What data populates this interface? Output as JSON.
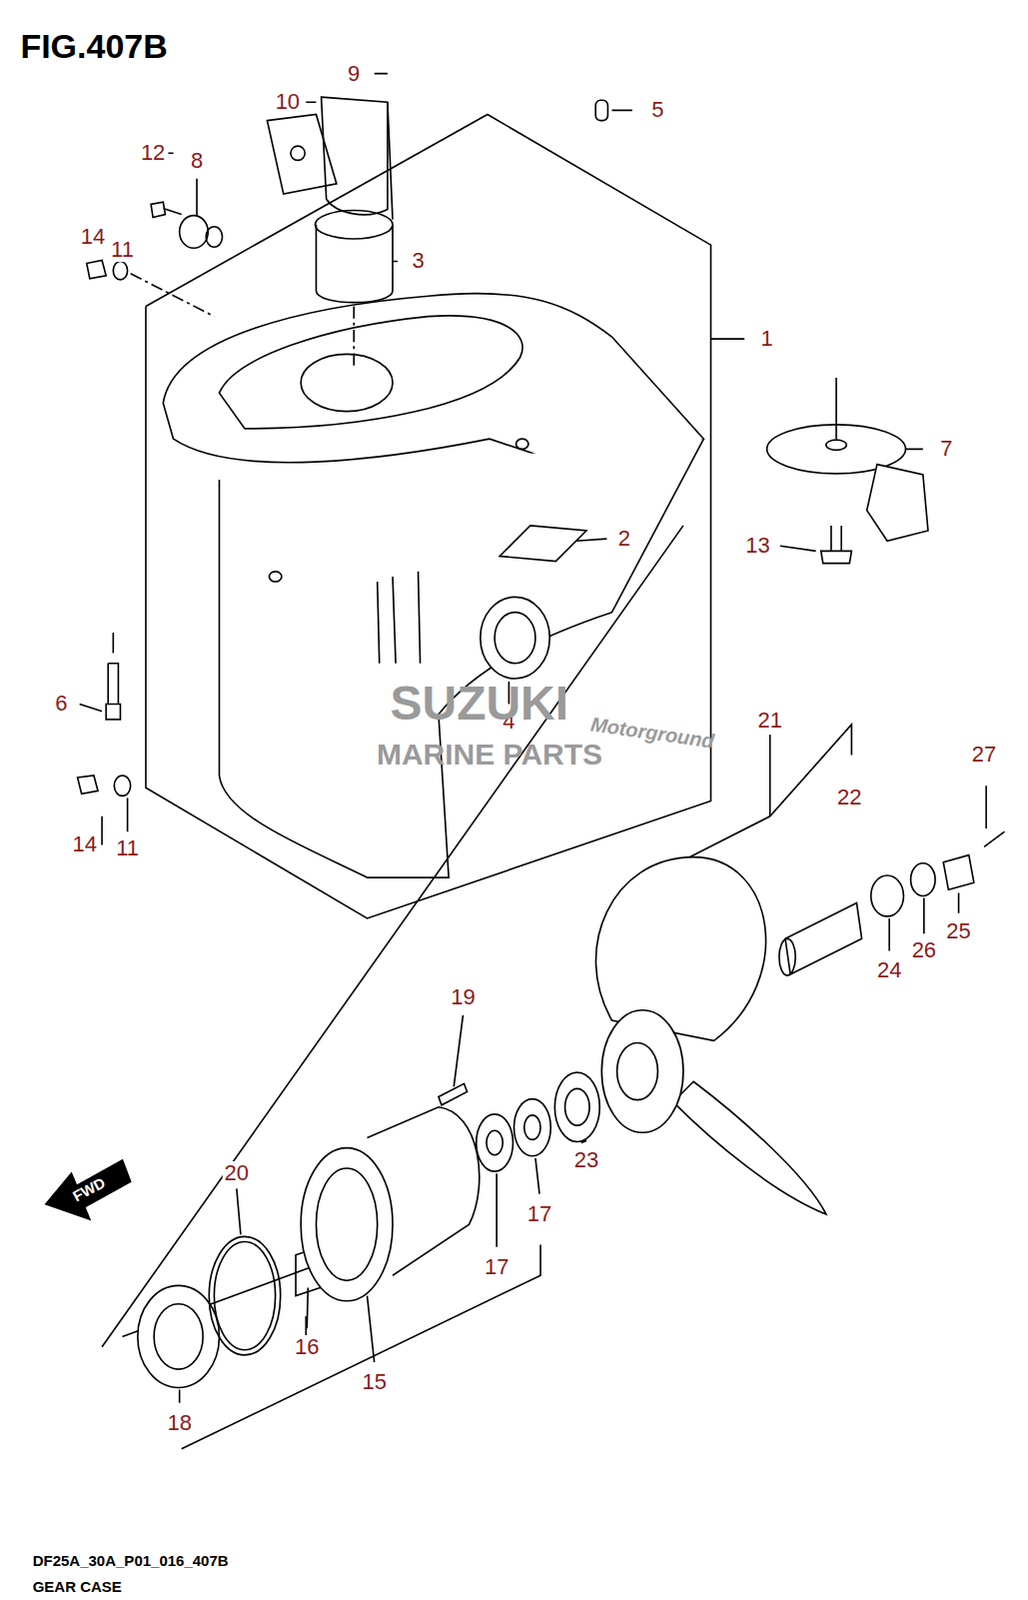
{
  "diagram": {
    "title": "FIG.407B",
    "caption": "GEAR CASE",
    "labels": [
      "9",
      "10",
      "5",
      "12",
      "8",
      "3",
      "14",
      "11",
      "1",
      "7",
      "2",
      "13",
      "4",
      "6",
      "21",
      "27",
      "22",
      "14",
      "11",
      "24",
      "26",
      "25",
      "19",
      "23",
      "20",
      "17",
      "17",
      "16",
      "15",
      "18",
      "FWD",
      "SUZUKI",
      "MARINE PARTS",
      "Motorground",
      "DF25A_30A_P01_016_407B"
    ]
  }
}
